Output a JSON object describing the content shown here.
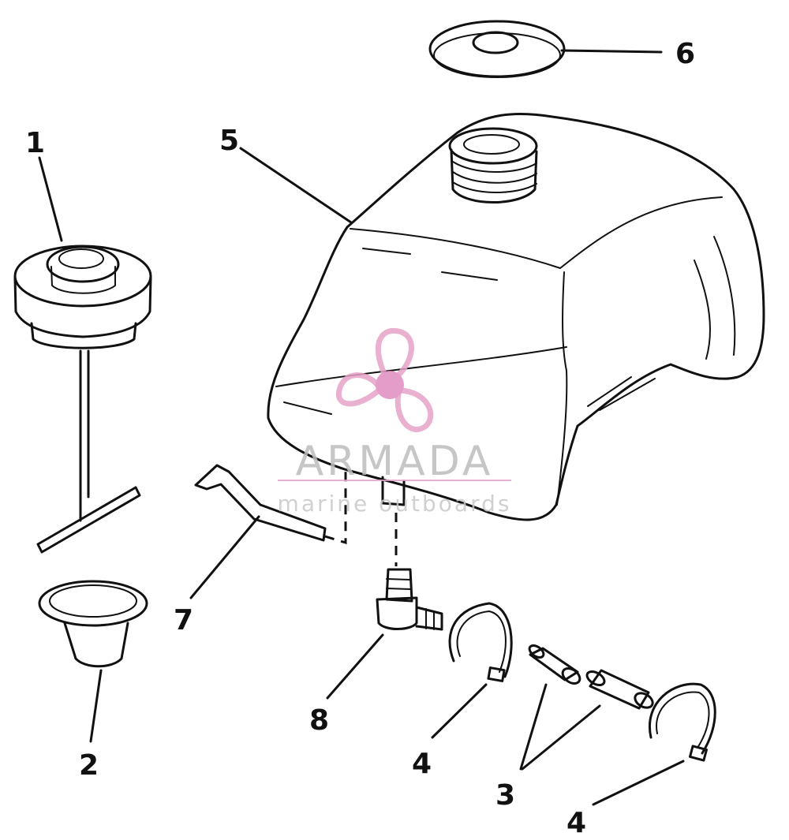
{
  "callouts": {
    "c1": "1",
    "c2": "2",
    "c3": "3",
    "c4a": "4",
    "c4b": "4",
    "c5": "5",
    "c6": "6",
    "c7": "7",
    "c8": "8"
  },
  "watermark": {
    "title": "ARMADA",
    "subtitle": "marine outboards",
    "colors": {
      "propeller": "#e6a3c8",
      "hub": "#e08bbf",
      "rule": "#e6a3c8",
      "text": "#bdbdbd"
    }
  }
}
